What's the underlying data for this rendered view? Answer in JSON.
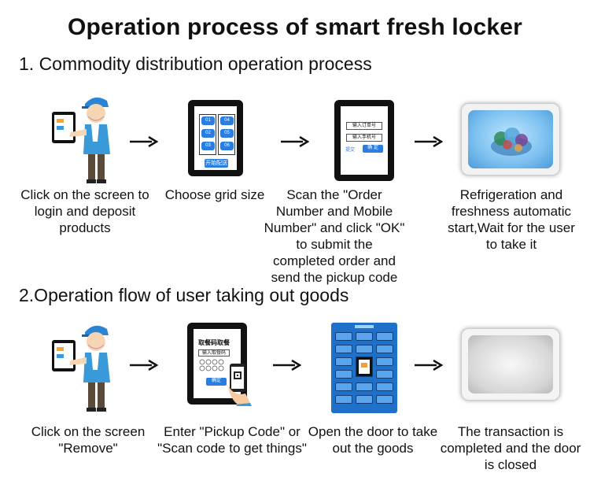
{
  "title": "Operation process of smart fresh locker",
  "section1": {
    "title": "1. Commodity distribution operation process",
    "steps": [
      {
        "caption": "Click on the screen to login and deposit products"
      },
      {
        "caption": "Choose grid size",
        "grid_buttons": [
          "01",
          "04",
          "02",
          "05",
          "03",
          "06"
        ],
        "start_button": "开始配送"
      },
      {
        "caption": "Scan the \"Order Number and Mobile Number\" and click \"OK\" to submit the completed order and send the pickup code",
        "order_field": "输入订单号",
        "phone_field": "输入手机号",
        "submit_label": "提交",
        "ok_label": "确 定"
      },
      {
        "caption": "Refrigeration and freshness automatic start,Wait for the user to take it"
      }
    ]
  },
  "section2": {
    "title": "2.Operation flow of user taking out goods",
    "steps": [
      {
        "caption": "Click on the screen \"Remove\""
      },
      {
        "caption": "Enter \"Pickup Code\" or \"Scan code to get things\"",
        "screen_heading": "取餐码取餐",
        "code_field": "输入取餐码",
        "confirm_button": "确定"
      },
      {
        "caption": "Open the door to take out the goods"
      },
      {
        "caption": "The transaction is completed and the door is closed"
      }
    ]
  },
  "colors": {
    "accent": "#2b7de0",
    "courier_shirt": "#3a9ad9",
    "locker": "#1e70c8"
  }
}
